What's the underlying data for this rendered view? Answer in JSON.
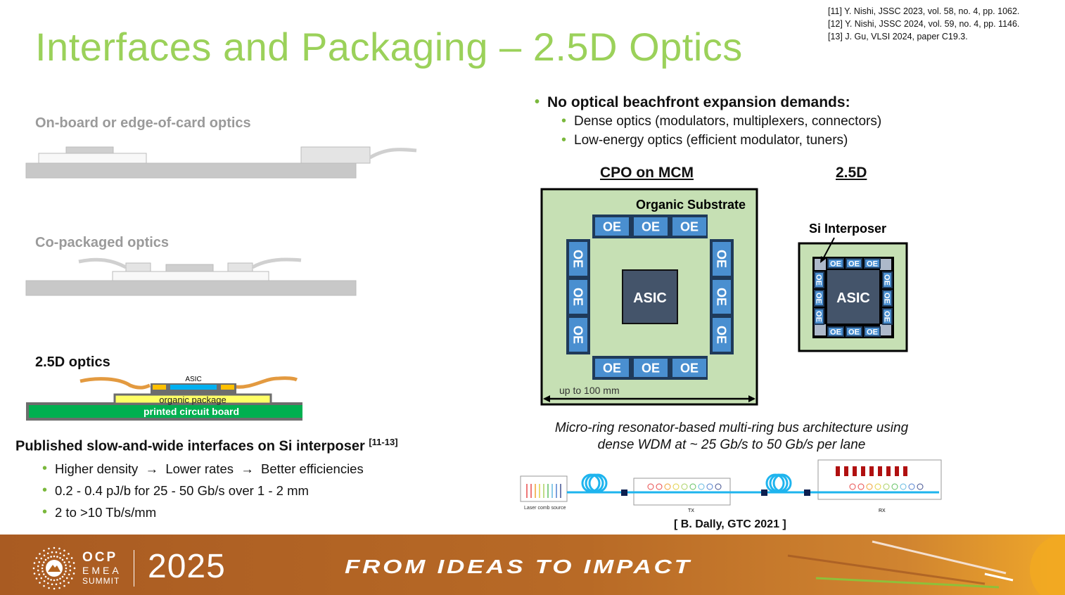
{
  "title": "Interfaces and Packaging – 2.5D Optics",
  "references": [
    "[11] Y. Nishi, JSSC 2023, vol. 58, no. 4, pp. 1062.",
    "[12] Y. Nishi, JSSC 2024, vol. 59, no. 4, pp. 1146.",
    "[13] J. Gu, VLSI 2024, paper C19.3."
  ],
  "left": {
    "onboard_label": "On-board or edge-of-card optics",
    "cpo_label": "Co-packaged optics",
    "optics25_label": "2.5D optics",
    "asic_label": "ASIC",
    "organic_label": "organic package",
    "pcb_label": "printed circuit board",
    "published_heading": "Published slow-and-wide interfaces on Si interposer",
    "published_cite": "[11-13]",
    "bullets": [
      "Higher density",
      "Lower rates",
      "Better efficiencies",
      "0.2 - 0.4 pJ/b for 25 - 50 Gb/s over 1 - 2 mm",
      "2 to >10 Tb/s/mm"
    ]
  },
  "right": {
    "main_bullet": "No optical beachfront expansion demands:",
    "sub_bullets": [
      "Dense optics (modulators, multiplexers, connectors)",
      "Low-energy optics (efficient modulator, tuners)"
    ],
    "cpo_heading": "CPO on MCM",
    "d25_heading": "2.5D",
    "organic_substrate": "Organic Substrate",
    "oe": "OE",
    "asic": "ASIC",
    "up_to": "up to 100 mm",
    "si_interposer": "Si Interposer",
    "caption_line1": "Micro-ring resonator-based multi-ring bus architecture using",
    "caption_line2": "dense WDM at ~ 25 Gb/s to 50 Gb/s per lane",
    "laser_label": "Laser comb source",
    "tx_label": "TX",
    "rx_label": "RX",
    "citation": "[ B. Dally, GTC 2021 ]"
  },
  "footer": {
    "org": "OCP",
    "region": "EMEA",
    "event": "SUMMIT",
    "year": "2025",
    "tagline": "FROM IDEAS TO IMPACT"
  },
  "colors": {
    "title": "#9bd15a",
    "bullet": "#7ab83c",
    "substrate": "#c6e0b4",
    "oe": "#4a8fd0",
    "asic": "#44546a",
    "footer": "#b86a26"
  }
}
